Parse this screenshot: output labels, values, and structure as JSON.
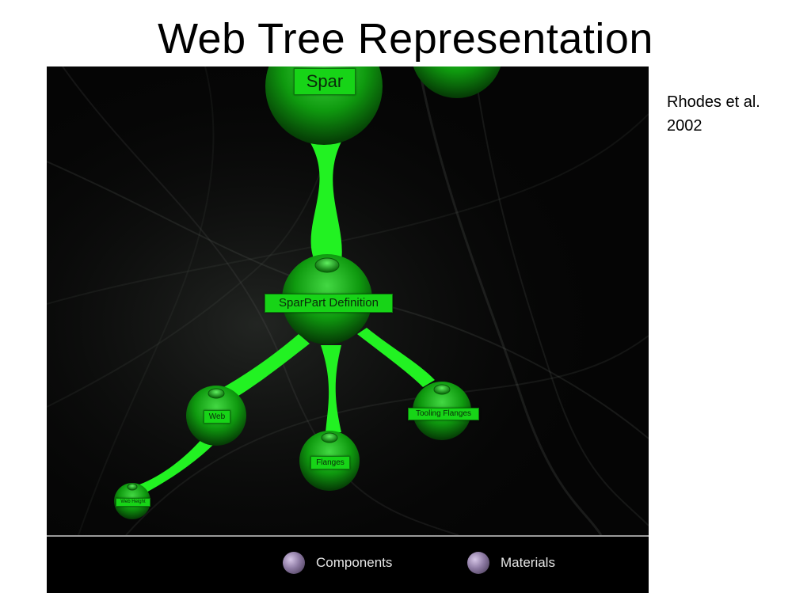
{
  "slide": {
    "title": "Web Tree Representation",
    "citation_line1": "Rhodes et al.",
    "citation_line2": "2002"
  },
  "tree": {
    "nodes": {
      "spar": "Spar",
      "sparpart": "SparPart Definition",
      "web": "Web",
      "flanges": "Flanges",
      "tooling": "Tooling Flanges",
      "web_height": "Web Height"
    },
    "colors": {
      "node": "#13c013",
      "branch": "#22f222",
      "background": "#050505"
    }
  },
  "legend": {
    "components": "Components",
    "materials": "Materials"
  }
}
